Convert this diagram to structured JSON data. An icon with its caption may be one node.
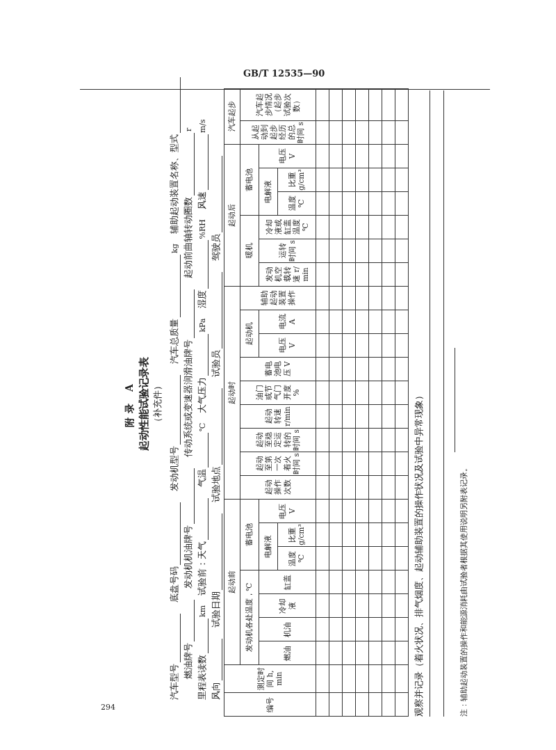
{
  "diagram": {
    "title": "起动性能试验记录表",
    "labels": [
      "GB/T 12535—90",
      "附录 A",
      "（补充件）",
      "汽车型号",
      "底盘号码",
      "发动机型号",
      "汽车总质量",
      "kg",
      "辅助起动装置名称、型式",
      "燃油牌号",
      "发动机机油牌号",
      "传动系统或变速器润滑油牌号",
      "起动前曲轴转动圈数",
      "r",
      "里程表读数",
      "km",
      "试验前：天气",
      "气温",
      "℃",
      "大气压力",
      "kPa",
      "湿度",
      "%RH",
      "风速",
      "m/s",
      "风向",
      "试验日期",
      "试验地点",
      "试验员",
      "驾驶员",
      "编号",
      "测定时间 h, min",
      "起动前",
      "起动时",
      "起动后",
      "汽车起步",
      "发动机各处温度，℃",
      "蓄电池",
      "起动操作次数",
      "起动至第一次着火时间 s",
      "起动至稳定运转的时间 s",
      "起动转速 r/min",
      "油门或节气门开度 %",
      "蓄电池电压 V",
      "起动机",
      "辅助起动装置操作",
      "暖机",
      "蓄电池",
      "从起动到起步经历的总时间 s",
      "汽车起步情况（起步试验次数）",
      "燃油",
      "机油",
      "冷却液",
      "缸盖",
      "电解液",
      "电压 V",
      "电压 V",
      "电流 A",
      "发动机空载转速 r/min",
      "运转时间 s",
      "冷却液或缸盖温度 ℃",
      "电解液",
      "电压 V",
      "温度 ℃",
      "比重 g/cm³",
      "温度 ℃",
      "比重 g/cm³",
      "观察并记录（着火状况、排气烟度、起动辅助装置的操作状况及试验中异常现象）",
      "注：辅助起动装置的操作和能源消耗由试验者根据其使用说明另附表记录。",
      "294"
    ]
  }
}
